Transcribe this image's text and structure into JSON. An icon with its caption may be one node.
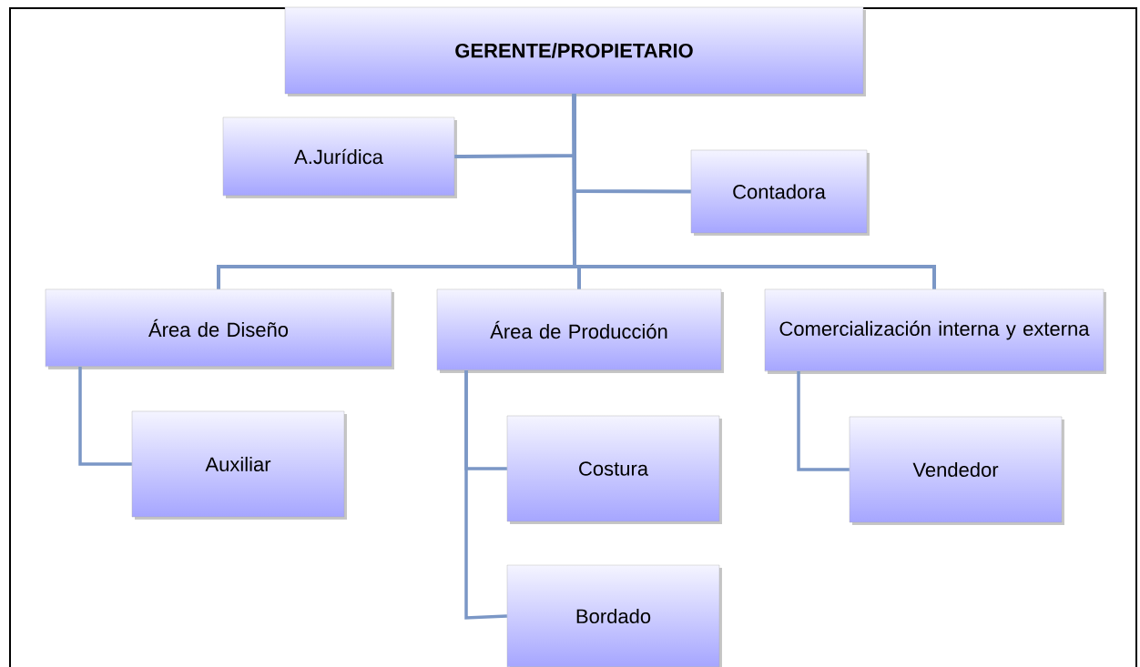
{
  "diagram": {
    "nodes": [
      {
        "text": [
          "GERENTE/PROPIETARIO"
        ]
      },
      {
        "text": [
          "A.Jurídica"
        ]
      },
      {
        "text": [
          "Contadora"
        ]
      },
      {
        "text": [
          "Área de Diseño"
        ]
      },
      {
        "text": [
          "Área de Producción"
        ]
      },
      {
        "text": [
          "Comercialización interna y externa"
        ]
      },
      {
        "text": [
          "Auxiliar"
        ]
      },
      {
        "text": [
          "Costura"
        ]
      },
      {
        "text": [
          "Bordado"
        ]
      },
      {
        "text": [
          "Vendedor"
        ]
      }
    ],
    "edges": [
      {
        "from": 0,
        "to": 1,
        "arrow": "none"
      },
      {
        "from": 0,
        "to": 2,
        "arrow": "none"
      },
      {
        "from": 0,
        "to": 3,
        "arrow": "none"
      },
      {
        "from": 0,
        "to": 4,
        "arrow": "none"
      },
      {
        "from": 0,
        "to": 5,
        "arrow": "none"
      },
      {
        "from": 3,
        "to": 6,
        "arrow": "none"
      },
      {
        "from": 4,
        "to": 7,
        "arrow": "none"
      },
      {
        "from": 4,
        "to": 8,
        "arrow": "none"
      },
      {
        "from": 5,
        "to": 9,
        "arrow": "none"
      }
    ]
  }
}
